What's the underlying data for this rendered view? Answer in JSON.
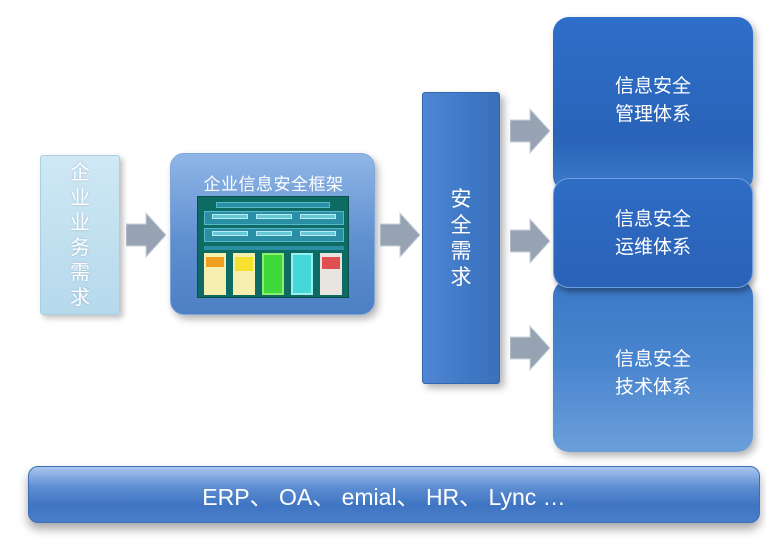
{
  "business_requirements": "企业业务需求",
  "framework_title": "企业信息安全框架",
  "security_requirements": "安全需求",
  "systems": {
    "management": [
      "信息安全",
      "管理体系"
    ],
    "operations": [
      "信息安全",
      "运维体系"
    ],
    "technology": [
      "信息安全",
      "技术体系"
    ]
  },
  "applications": "ERP、 OA、 emial、 HR、 Lync …",
  "colors": {
    "light_box": "#cfe8f4",
    "framework_blue": "#5f8fd0",
    "requirement_blue": "#3e78c6",
    "system_blue": "#2a63b8",
    "arrow_gray": "#97a3b3",
    "thumbnail_green": "#0e6b63"
  }
}
